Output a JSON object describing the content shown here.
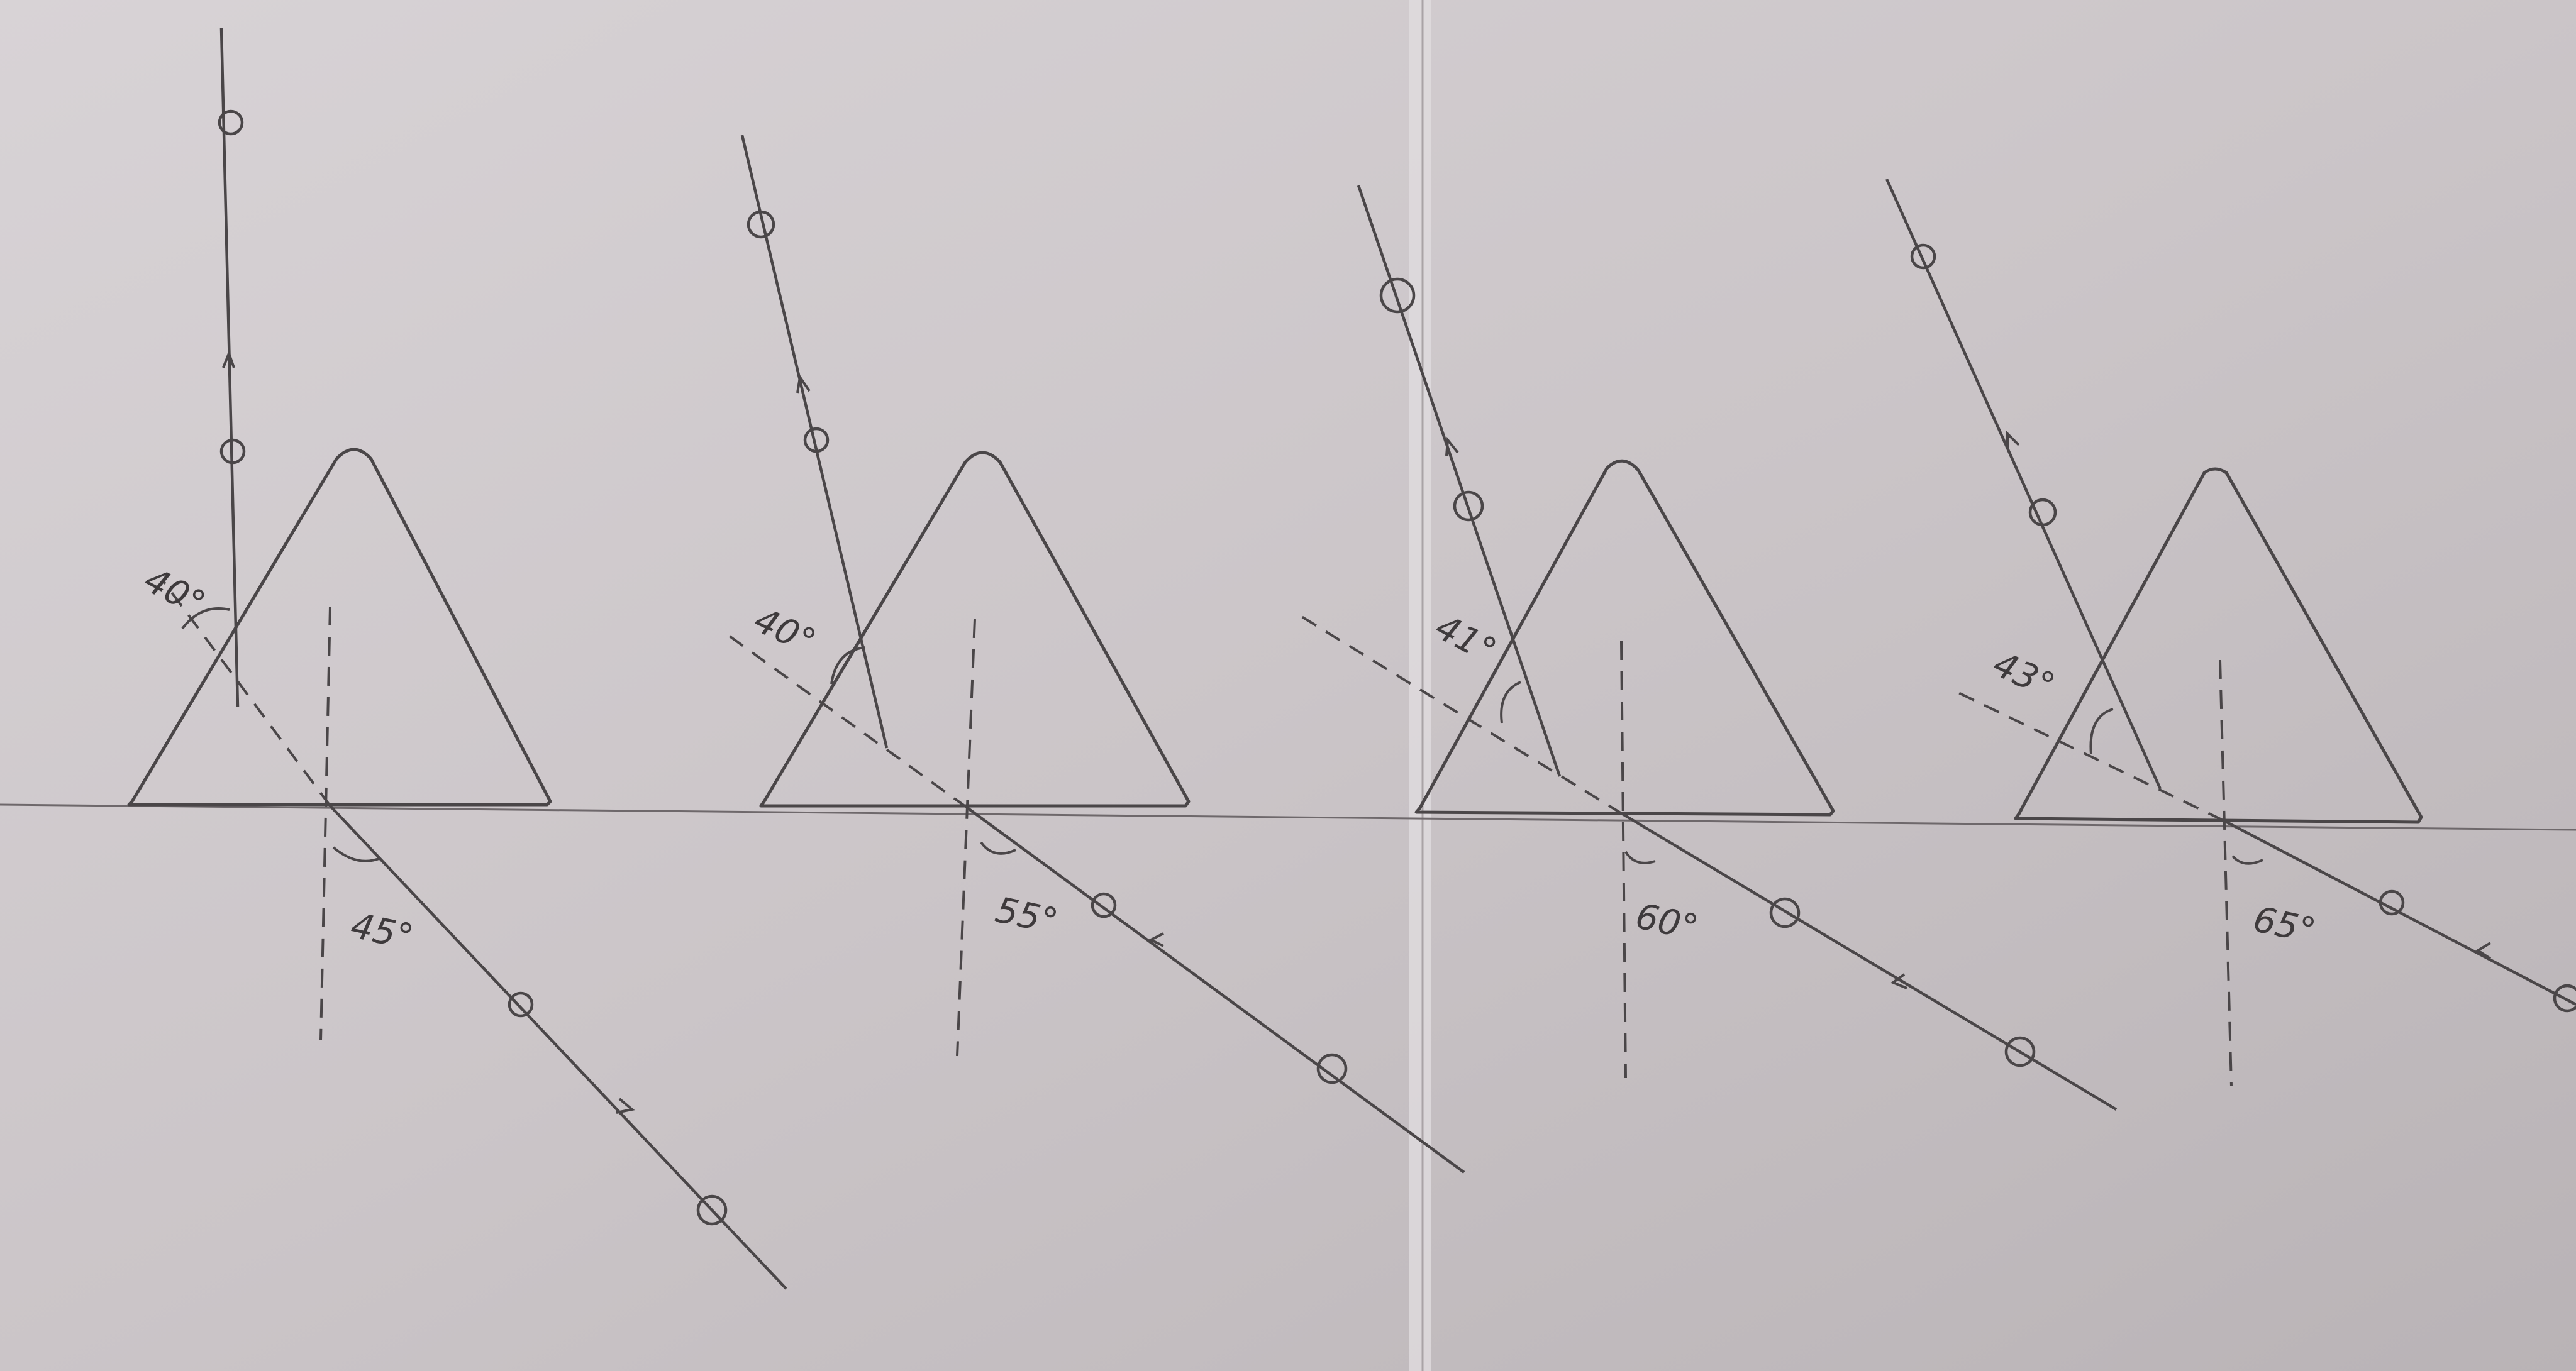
{
  "paper": {
    "background": "#c9c3c6",
    "crease_color": "#dcd7d9",
    "ink_color": "#4a4648"
  },
  "setups": [
    {
      "id": 1,
      "incidence_label": "45°",
      "emergent_label": "40°"
    },
    {
      "id": 2,
      "incidence_label": "55°",
      "emergent_label": "40°"
    },
    {
      "id": 3,
      "incidence_label": "60°",
      "emergent_label": "41°"
    },
    {
      "id": 4,
      "incidence_label": "65°",
      "emergent_label": "43°"
    }
  ]
}
